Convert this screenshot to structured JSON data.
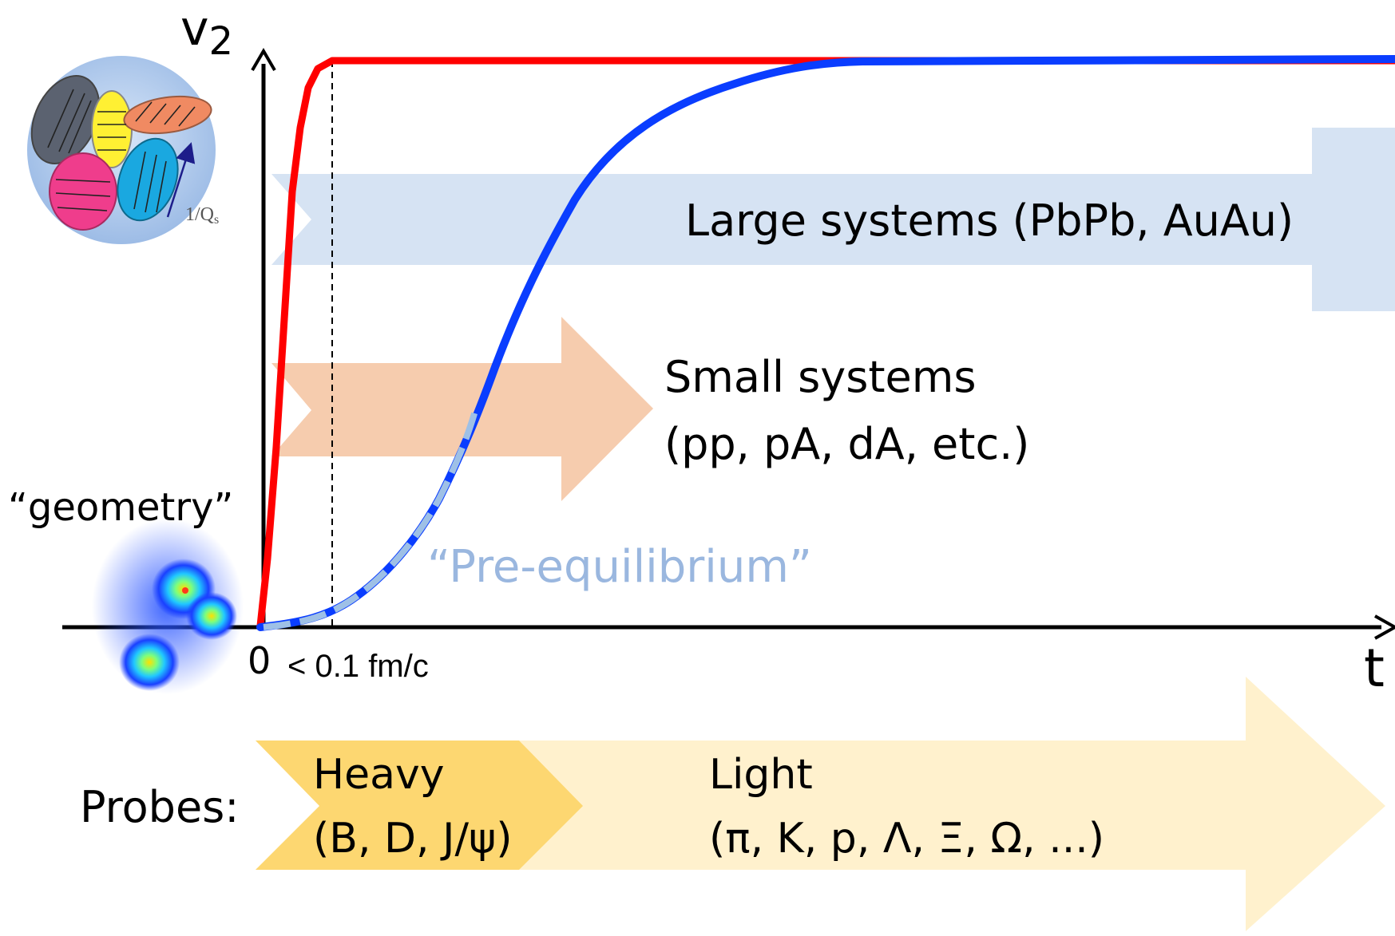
{
  "axes": {
    "y_label_main": "v",
    "y_label_sub": "2",
    "x_label": "t",
    "origin_label": "0",
    "time_mark_label": "< 0.1 fm/c"
  },
  "labels": {
    "geometry": "“geometry”",
    "pre_equilibrium": "“Pre-equilibrium”",
    "large_systems": "Large systems (PbPb, AuAu)",
    "small_systems_line1": "Small systems",
    "small_systems_line2": "(pp, pA, dA, etc.)",
    "qs_label": "1/Q",
    "qs_sub": "s"
  },
  "probes": {
    "title": "Probes:",
    "heavy_line1": "Heavy",
    "heavy_line2": "(B, D,  J/ψ)",
    "light_line1": "Light",
    "light_line2": "(π, K, p, Λ, Ξ, Ω,  ...)"
  },
  "colors": {
    "red_curve": "#ff0000",
    "blue_curve": "#0a3dff",
    "pre_equilibrium_dash": "#9ec0e6",
    "large_arrow": "#d6e3f3",
    "small_arrow": "#f6ccae",
    "heavy_arrow": "#fdd771",
    "light_arrow": "#fff1cd"
  },
  "icons": [
    "glasma-flux-tube-diagram",
    "initial-geometry-heatmap"
  ]
}
